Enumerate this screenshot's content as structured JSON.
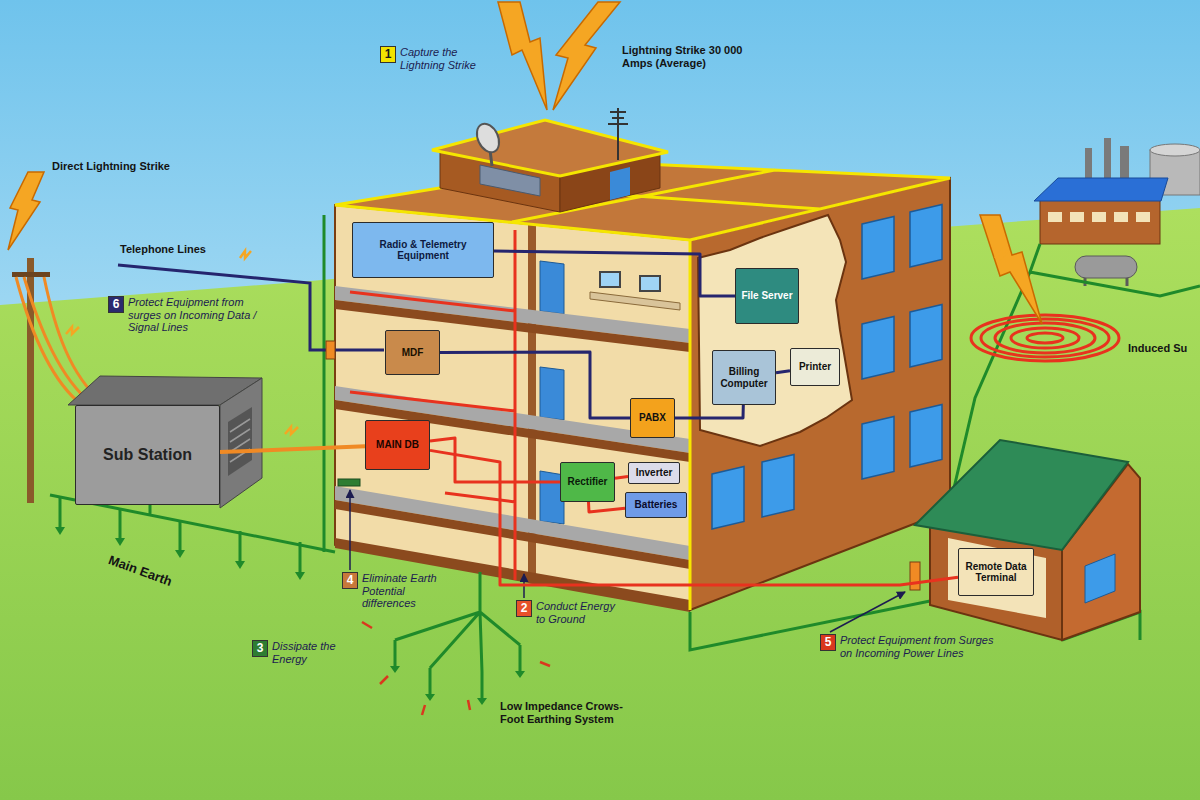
{
  "diagram": {
    "nodes": [
      {
        "text": [
          "1",
          "Capture the Lightning Strike"
        ]
      },
      {
        "text": [
          "Radio & Telemetry Equipment"
        ]
      },
      {
        "text": [
          "File Server"
        ]
      },
      {
        "text": [
          "6",
          "Protect Equipment from surges on Incoming Data / Signal Lines"
        ]
      },
      {
        "text": [
          "MDF"
        ]
      },
      {
        "text": [
          "Billing Computer"
        ]
      },
      {
        "text": [
          "Printer"
        ]
      },
      {
        "text": [
          "Sub Station"
        ]
      },
      {
        "text": [
          "MAIN DB"
        ]
      },
      {
        "text": [
          "PABX"
        ]
      },
      {
        "text": [
          "Rectifier"
        ]
      },
      {
        "text": [
          "Inverter"
        ]
      },
      {
        "text": [
          "4",
          "Eliminate Earth Potential differences"
        ]
      },
      {
        "text": [
          "Batteries"
        ]
      },
      {
        "text": [
          "Remote Data Terminal"
        ]
      },
      {
        "text": [
          "2",
          "Conduct Energy to Ground"
        ]
      },
      {
        "text": [
          "5",
          "Protect Equipment from Surges on Incoming Power Lines"
        ]
      },
      {
        "text": [
          "3",
          "Dissipate the Energy"
        ]
      }
    ],
    "edges": [
      {
        "from": 7,
        "to": 8,
        "arrow": "none"
      },
      {
        "from": 4,
        "to": 9,
        "arrow": "none"
      },
      {
        "from": 1,
        "to": 2,
        "arrow": "none"
      },
      {
        "from": 8,
        "to": 10,
        "arrow": "none"
      },
      {
        "from": 10,
        "to": 13,
        "arrow": "none"
      },
      {
        "from": 10,
        "to": 11,
        "arrow": "none"
      },
      {
        "from": 8,
        "to": 14,
        "arrow": "none"
      },
      {
        "from": 9,
        "to": 5,
        "arrow": "none"
      },
      {
        "from": 6,
        "to": 5,
        "arrow": "none"
      }
    ],
    "labels": [
      "Lightning Strike 30 000 Amps (Average)",
      "Direct Lightning Strike",
      "Telephone Lines",
      "Main Earth",
      "Low Impedance Crows-Foot Earthing System",
      "Induced Su"
    ]
  }
}
